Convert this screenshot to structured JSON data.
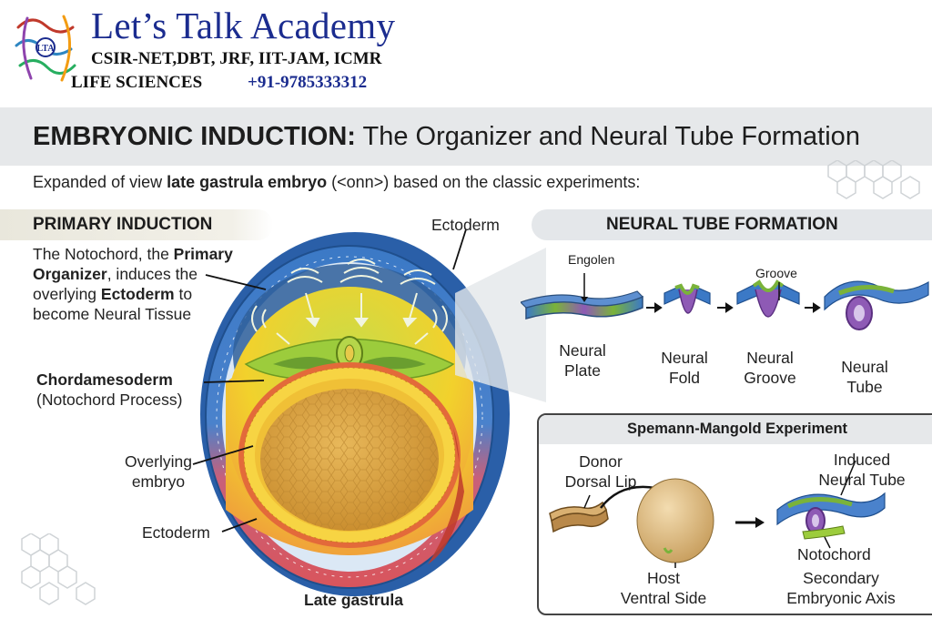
{
  "header": {
    "title": "Let’s Talk Academy",
    "exams": "CSIR-NET,DBT, JRF, IIT-JAM, ICMR",
    "subject": "LIFE SCIENCES",
    "phone": "+91-9785333312",
    "logo_text": "LTA"
  },
  "main_title": {
    "bold": "EMBRYONIC INDUCTION:",
    "rest": " The Organizer and Neural Tube Formation"
  },
  "intro": {
    "pre": "Expanded of view ",
    "bold": "late gastrula embryo",
    "post": " (<onn>) based on the classic experiments:"
  },
  "primary": {
    "heading": "PRIMARY INDUCTION",
    "line1_pre": "The Notochord, the ",
    "line1_bold": "Primary",
    "line2_bold": "Organizer",
    "line2_post": ", induces the",
    "line3_pre": "overlying ",
    "line3_bold": "Ectoderm",
    "line3_post": " to",
    "line4": "become Neural Tissue"
  },
  "labels": {
    "ectoderm_top": "Ectoderm",
    "chordamesoderm": "Chordamesoderm",
    "notochord_process": "(Notochord Process)",
    "overlying": "Overlying",
    "embryo": "embryo",
    "ectoderm_bottom": "Ectoderm",
    "late_gastrula": "Late gastrula"
  },
  "neural": {
    "heading": "NEURAL TUBE FORMATION",
    "engolen": "Engolen",
    "groove": "Groove",
    "plate": [
      "Neural",
      "Plate"
    ],
    "fold": [
      "Neural",
      "Fold"
    ],
    "groove_stage": [
      "Neural",
      "Groove"
    ],
    "tube": [
      "Neural",
      "Tube"
    ]
  },
  "experiment": {
    "title": "Spemann-Mangold Experiment",
    "donor": [
      "Donor",
      "Dorsal Lip"
    ],
    "host": [
      "Host",
      "Ventral Side"
    ],
    "induced": [
      "Induced",
      "Neural Tube"
    ],
    "notochord": "Notochord",
    "secondary": [
      "Secondary",
      "Embryonic Axis"
    ]
  },
  "colors": {
    "brand_blue": "#1b2c8f",
    "ectoderm_blue": "#3d7cc9",
    "ectoderm_red": "#d9555c",
    "mesoderm_yellow": "#f1cf2e",
    "neural_green": "#9ccc3c",
    "neural_purple": "#8e5ab5",
    "yolk": "#d9a748"
  }
}
